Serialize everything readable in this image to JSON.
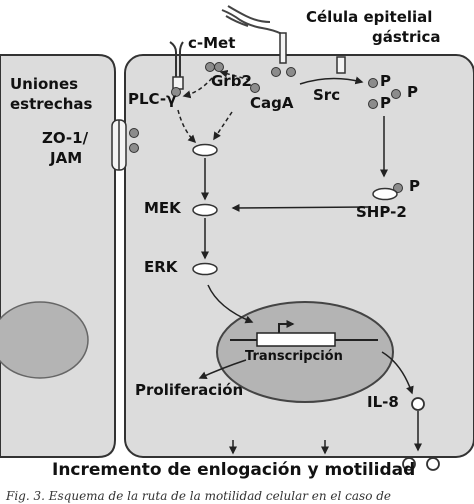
{
  "labels": {
    "cell_title_line1": "Célula epitelial",
    "cell_title_line2": "gástrica",
    "tight_junctions_line1": "Uniones",
    "tight_junctions_line2": "estrechas",
    "zo1_line1": "ZO-1/",
    "zo1_line2": "JAM",
    "cmet": "c-Met",
    "grb2": "Grb2",
    "plc": "PLC-γ",
    "caga": "CagA",
    "src": "Src",
    "p1": "P",
    "p2": "P",
    "p3": "P",
    "p4": "P",
    "shp2": "SHP-2",
    "mek": "MEK",
    "erk": "ERK",
    "transcripcion": "Transcripción",
    "proliferacion": "Proliferación",
    "il8": "IL-8",
    "bottom": "Incremento de enlogación y motilidad",
    "caption": "Fig. 3. Esquema de la ruta de la motilidad celular en el caso de"
  },
  "colors": {
    "cell_fill": "#dcdcdc",
    "cell_stroke": "#333333",
    "nucleus_fill": "#b4b4b4",
    "dot_fill": "#8c8c8c",
    "arrow": "#222222"
  }
}
